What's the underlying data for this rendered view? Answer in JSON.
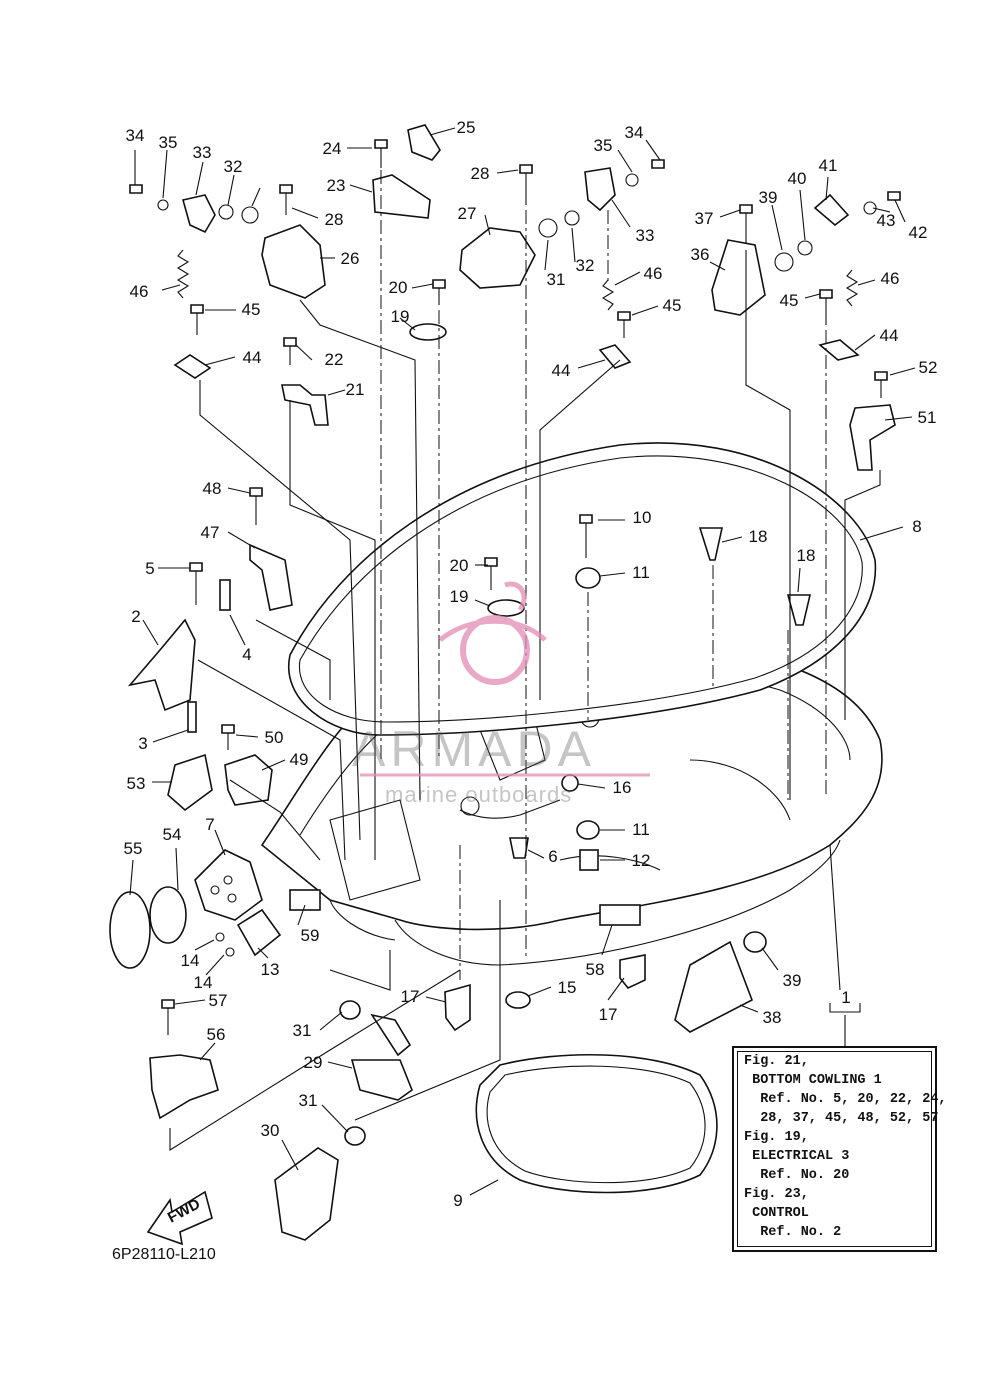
{
  "diagram": {
    "callouts": [
      "1",
      "2",
      "3",
      "4",
      "5",
      "6",
      "7",
      "8",
      "9",
      "10",
      "11",
      "11",
      "12",
      "13",
      "14",
      "14",
      "15",
      "16",
      "17",
      "17",
      "18",
      "18",
      "19",
      "19",
      "20",
      "20",
      "21",
      "22",
      "23",
      "24",
      "25",
      "26",
      "27",
      "28",
      "28",
      "29",
      "30",
      "31",
      "31",
      "31",
      "32",
      "32",
      "33",
      "33",
      "34",
      "34",
      "35",
      "35",
      "36",
      "37",
      "38",
      "39",
      "39",
      "40",
      "41",
      "42",
      "43",
      "44",
      "44",
      "44",
      "45",
      "45",
      "45",
      "46",
      "46",
      "46",
      "47",
      "48",
      "49",
      "50",
      "51",
      "52",
      "53",
      "54",
      "55",
      "56",
      "57",
      "58",
      "59"
    ],
    "figure_code": "6P28110-L210",
    "fwd_label": "FWD",
    "reference_box": {
      "lines": [
        "Fig. 21,",
        " BOTTOM COWLING 1",
        "  Ref. No. 5, 20, 22, 24,",
        "  28, 37, 45, 48, 52, 57",
        "Fig. 19,",
        " ELECTRICAL 3",
        "  Ref. No. 20",
        "Fig. 23,",
        " CONTROL",
        "  Ref. No. 2"
      ]
    },
    "watermark": {
      "title": "ARMADA",
      "subtitle": "marine outboards",
      "color": "#e38bb5"
    }
  }
}
